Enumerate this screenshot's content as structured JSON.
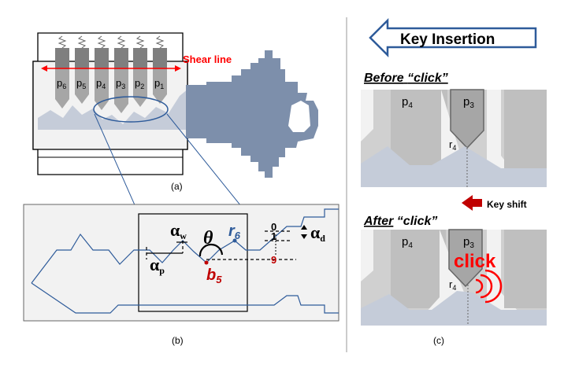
{
  "panel_a": {
    "caption": "(a)",
    "pins": [
      "p6",
      "p5",
      "p4",
      "p3",
      "p2",
      "p1"
    ],
    "pin_subs": [
      "6",
      "5",
      "4",
      "3",
      "2",
      "1"
    ],
    "shear_line_label": "Shear line"
  },
  "panel_b": {
    "caption": "(b)",
    "alpha_w_label": "α",
    "alpha_w_sub": "w",
    "alpha_p_label": "α",
    "alpha_p_sub": "p",
    "alpha_d_label": "α",
    "alpha_d_sub": "d",
    "theta_label": "θ",
    "r6_label": "r",
    "r6_sub": "6",
    "b5_label": "b",
    "b5_sub": "5",
    "depth_0": "0",
    "depth_1": "1",
    "depth_9": "9"
  },
  "panel_c": {
    "caption": "(c)",
    "key_insertion_label": "Key Insertion",
    "before_word": "Before",
    "before_quote": "“click”",
    "after_word": "After",
    "after_quote": "“click”",
    "key_shift_label": "Key shift",
    "click_label": "click",
    "pin_p4": "p",
    "pin_p4_sub": "4",
    "pin_p3": "p",
    "pin_p3_sub": "3",
    "r4": "r",
    "r4_sub": "4"
  },
  "colors": {
    "pin_gray": "#a6a6a6",
    "dark_pin": "#7f7f7f",
    "key_blue": "#7d8fab",
    "key_light": "#c5ccd9",
    "accent_red": "#c00000",
    "bright_red": "#ff0000",
    "label_blue": "#2e5b9a"
  }
}
